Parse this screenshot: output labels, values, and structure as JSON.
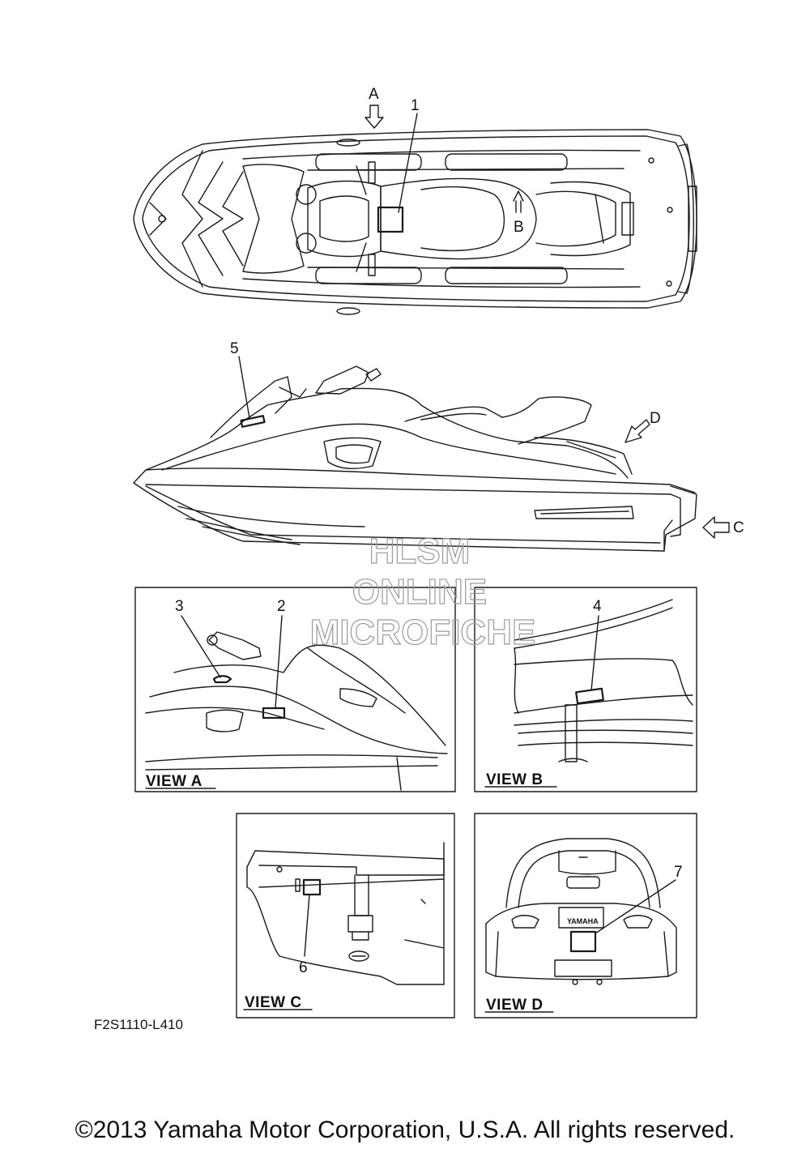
{
  "diagram": {
    "direction_labels": {
      "A": "A",
      "B": "B",
      "C": "C",
      "D": "D"
    },
    "callouts": [
      "1",
      "2",
      "3",
      "4",
      "5",
      "6",
      "7"
    ],
    "views": {
      "a": "VIEW A",
      "b": "VIEW B",
      "c": "VIEW C",
      "d": "VIEW D"
    },
    "rear_badge": "YAMAHA",
    "part_code": "F2S1110-L410"
  },
  "watermark": {
    "line1": "HLSM",
    "line2": "ONLINE",
    "line3": "MICROFICHE"
  },
  "footer": {
    "copyright": "©2013 Yamaha Motor Corporation, U.S.A. All rights reserved."
  }
}
